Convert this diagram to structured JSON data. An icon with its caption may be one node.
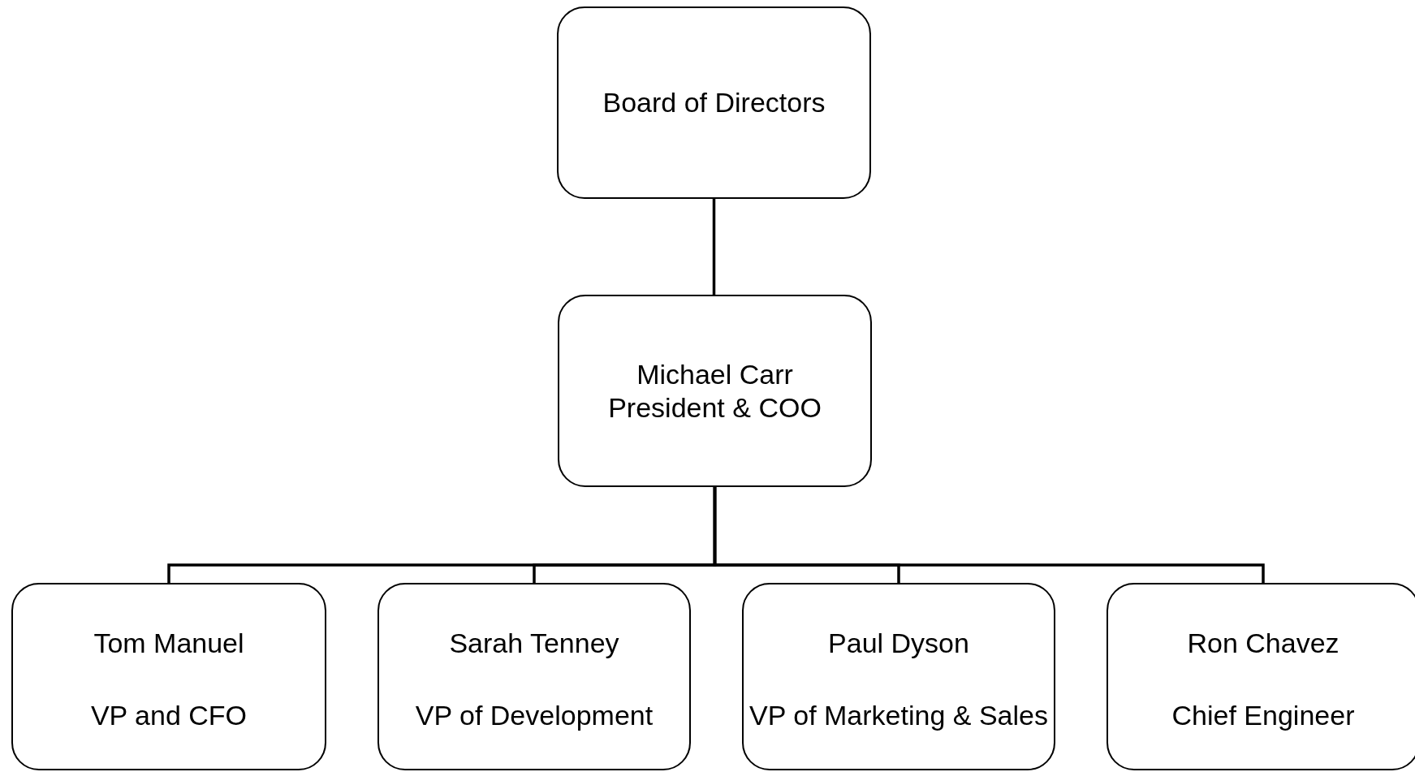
{
  "diagram": {
    "nodes": [
      {
        "text": [
          "Board of Directors"
        ]
      },
      {
        "text": [
          "Michael Carr",
          "President & COO"
        ]
      },
      {
        "text": [
          "Tom Manuel",
          "VP and CFO"
        ]
      },
      {
        "text": [
          "Sarah Tenney",
          "VP of Development"
        ]
      },
      {
        "text": [
          "Paul Dyson",
          "VP of Marketing & Sales"
        ]
      },
      {
        "text": [
          "Ron Chavez",
          "Chief Engineer"
        ]
      }
    ],
    "edges": [
      {
        "from": 0,
        "to": 1,
        "arrow": "none"
      },
      {
        "from": 1,
        "to": 2,
        "arrow": "none"
      },
      {
        "from": 1,
        "to": 3,
        "arrow": "none"
      },
      {
        "from": 1,
        "to": 4,
        "arrow": "none"
      },
      {
        "from": 1,
        "to": 5,
        "arrow": "none"
      }
    ]
  }
}
